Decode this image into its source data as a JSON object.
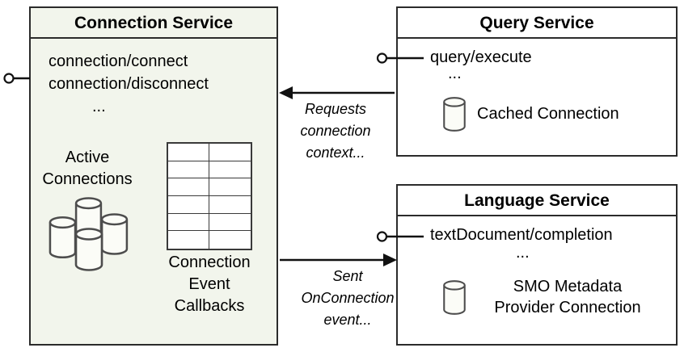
{
  "connection_service": {
    "title": "Connection Service",
    "endpoints": [
      "connection/connect",
      "connection/disconnect",
      "..."
    ],
    "active_label": "Active\nConnections",
    "callbacks_label": "Connection\nEvent\nCallbacks"
  },
  "query_service": {
    "title": "Query Service",
    "endpoint": "query/execute",
    "more": "...",
    "resource": "Cached Connection"
  },
  "language_service": {
    "title": "Language Service",
    "endpoint": "textDocument/completion",
    "more": "...",
    "resource": "SMO Metadata\nProvider Connection"
  },
  "arrows": {
    "requests": "Requests\nconnection\ncontext...",
    "sent": "Sent\nOnConnection\nevent..."
  },
  "colors": {
    "connection_service_bg": "#f2f5ec",
    "service_bg": "#ffffff",
    "border": "#2b2b2b",
    "cylinder_stroke": "#4d4d4d",
    "line": "#111111",
    "text": "#000000"
  }
}
